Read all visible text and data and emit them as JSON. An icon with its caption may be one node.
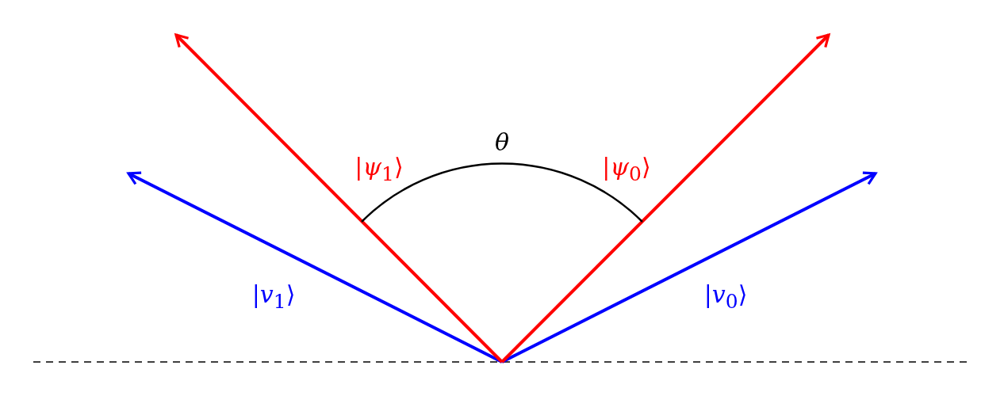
{
  "diagram": {
    "labels": [
      "θ",
      "|*ψ*$_{1}$⟩",
      "|*ψ*$_{0}$⟩",
      "|*v*$_{1}$⟩",
      "|*v*$_{0}$⟩"
    ]
  }
}
